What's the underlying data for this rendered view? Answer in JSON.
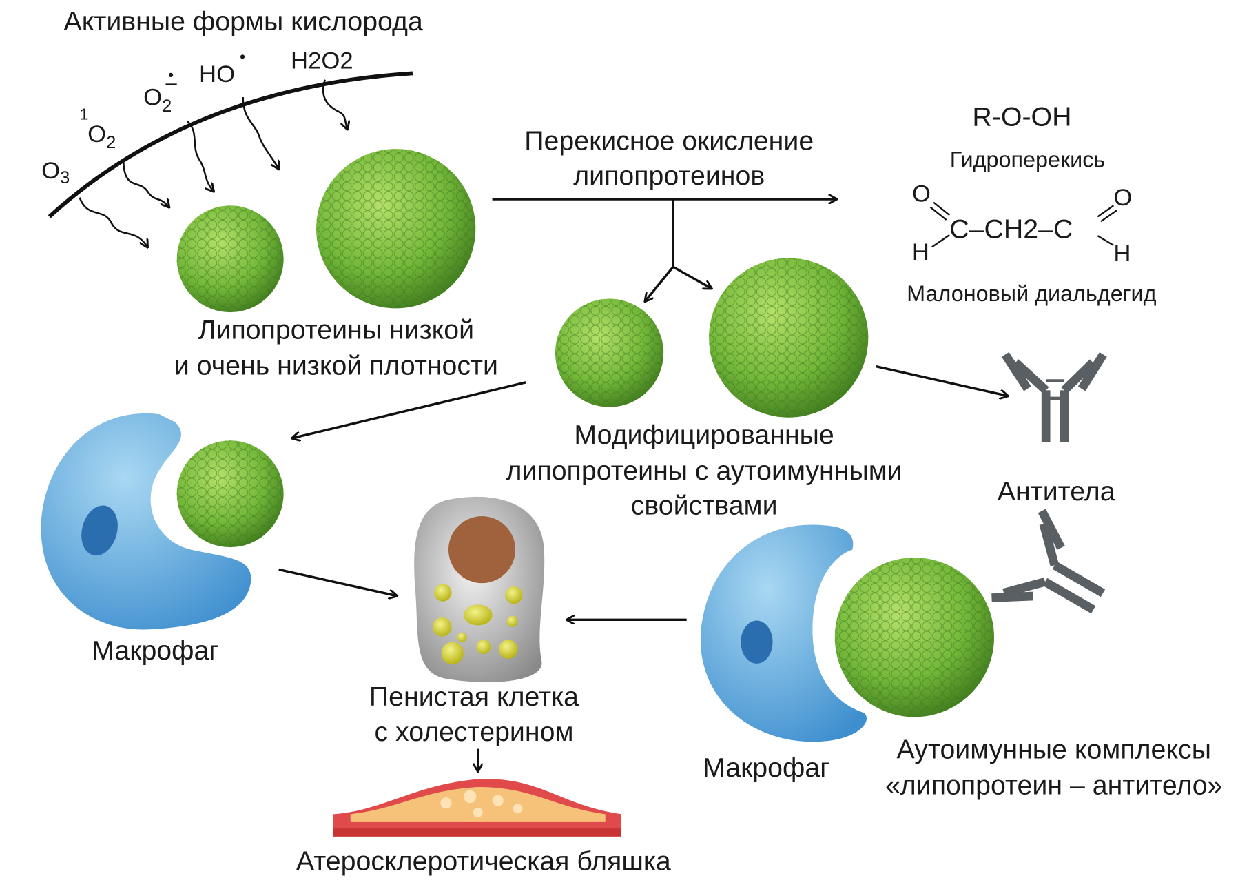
{
  "title": "Активные формы кислорода",
  "ros": {
    "o3": "O",
    "o3_sub": "3",
    "singlet_sup": "1",
    "singlet": "O",
    "singlet_sub": "2",
    "superoxide": "O",
    "superoxide_sub": "2",
    "superoxide_mark": "•",
    "hydroxyl": "HO",
    "hydroxyl_mark": "•",
    "peroxide": "H2O2"
  },
  "ldl_label": [
    "Липопротеины низкой",
    "и очень низкой плотности"
  ],
  "oxidation_label": [
    "Перекисное окисление",
    "липопротеинов"
  ],
  "hydroperoxide": {
    "formula": "R-O-OH",
    "name": "Гидроперекись"
  },
  "mda": {
    "o_left": "O",
    "o_right": "O",
    "h_left": "H",
    "h_right": "H",
    "chain": "C–CH2–C",
    "name": "Малоновый диальдегид"
  },
  "modified_label": [
    "Модифицированные",
    "липопротеины с аутоимунными",
    "свойствами"
  ],
  "antibodies_label": "Антитела",
  "macrophage_left_label": "Макрофаг",
  "macrophage_right_label": "Макрофаг",
  "foam_cell_label": [
    "Пенистая клетка",
    "с холестерином"
  ],
  "plaque_label": "Атеросклеротическая бляшка",
  "complex_label": [
    "Аутоимунные комплексы",
    "«липопротеин – антитело»"
  ],
  "colors": {
    "lipoprotein": "#7cc242",
    "macrophage": "#5fa8dc",
    "antibody": "#555a5e",
    "nucleus": "#a0623c",
    "plaque": "#e04a4a"
  }
}
